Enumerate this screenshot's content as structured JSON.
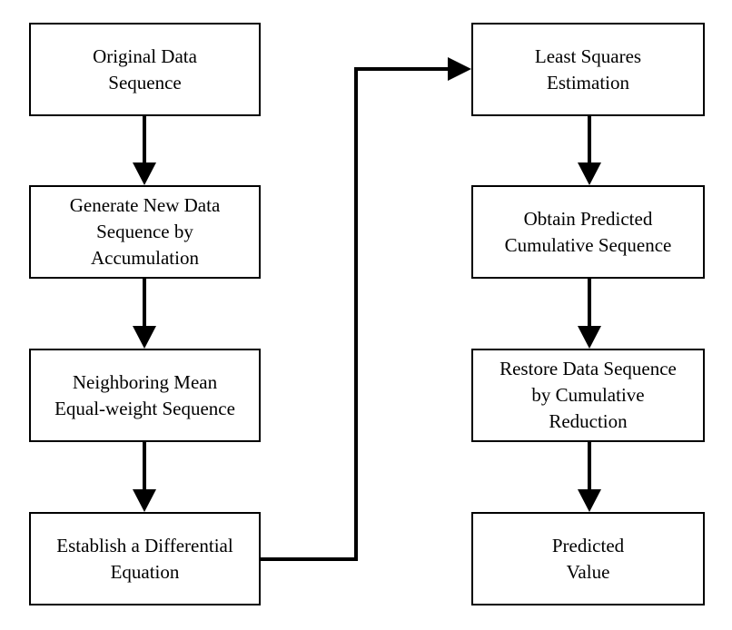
{
  "nodes": [
    {
      "id": "original-data-sequence",
      "label": "Original Data\nSequence"
    },
    {
      "id": "generate-new-data-sequence",
      "label": "Generate New Data\nSequence by\nAccumulation"
    },
    {
      "id": "neighboring-mean-sequence",
      "label": "Neighboring Mean\nEqual-weight Sequence"
    },
    {
      "id": "establish-differential-equation",
      "label": "Establish a Differential\nEquation"
    },
    {
      "id": "least-squares-estimation",
      "label": "Least Squares\nEstimation"
    },
    {
      "id": "obtain-predicted-cumulative-sequence",
      "label": "Obtain Predicted\nCumulative Sequence"
    },
    {
      "id": "restore-data-sequence",
      "label": "Restore Data Sequence\nby Cumulative\nReduction"
    },
    {
      "id": "predicted-value",
      "label": "Predicted\nValue"
    }
  ],
  "edges": [
    {
      "from": "original-data-sequence",
      "to": "generate-new-data-sequence"
    },
    {
      "from": "generate-new-data-sequence",
      "to": "neighboring-mean-sequence"
    },
    {
      "from": "neighboring-mean-sequence",
      "to": "establish-differential-equation"
    },
    {
      "from": "establish-differential-equation",
      "to": "least-squares-estimation"
    },
    {
      "from": "least-squares-estimation",
      "to": "obtain-predicted-cumulative-sequence"
    },
    {
      "from": "obtain-predicted-cumulative-sequence",
      "to": "restore-data-sequence"
    },
    {
      "from": "restore-data-sequence",
      "to": "predicted-value"
    }
  ],
  "colors": {
    "stroke": "#000000",
    "box_fill": "#ffffff",
    "text": "#000000"
  }
}
